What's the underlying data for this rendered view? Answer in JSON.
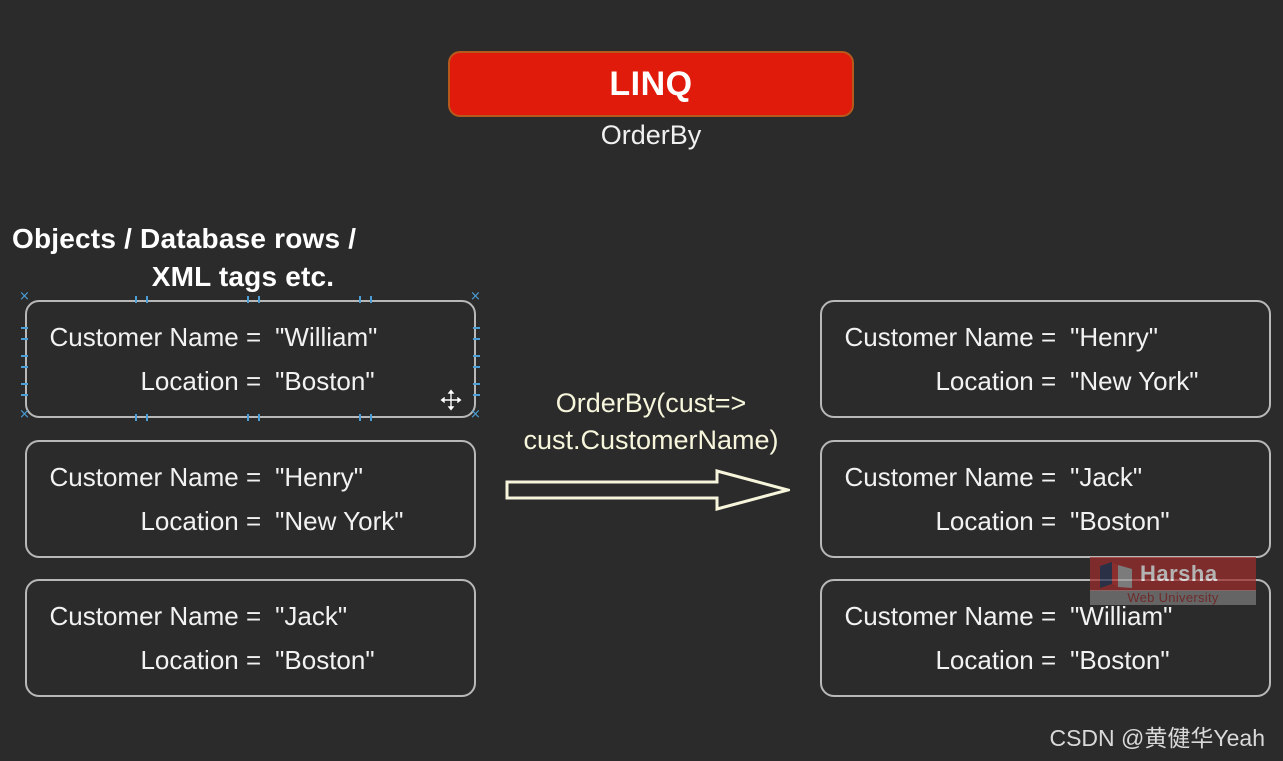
{
  "header": {
    "banner_title": "LINQ",
    "subtitle": "OrderBy",
    "banner_color": "#e01b0c",
    "banner_border_color": "#b5591c"
  },
  "source_heading": {
    "line1": "Objects / Database rows /",
    "line2": "XML tags etc."
  },
  "labels": {
    "customer_name": "Customer Name =",
    "location": "Location ="
  },
  "input_records": [
    {
      "name": "\"William\"",
      "location": "\"Boston\"",
      "selected": true
    },
    {
      "name": "\"Henry\"",
      "location": "\"New York\"",
      "selected": false
    },
    {
      "name": "\"Jack\"",
      "location": "\"Boston\"",
      "selected": false
    }
  ],
  "output_records": [
    {
      "name": "\"Henry\"",
      "location": "\"New York\""
    },
    {
      "name": "\"Jack\"",
      "location": "\"Boston\""
    },
    {
      "name": "\"William\"",
      "location": "\"Boston\""
    }
  ],
  "transform": {
    "line1": "OrderBy(cust=>",
    "line2": "cust.CustomerName)",
    "arrow_color": "#f7f6dc"
  },
  "watermark": {
    "name": "Harsha",
    "sub": "Web University"
  },
  "credit": "CSDN @黄健华Yeah",
  "colors": {
    "background": "#2b2b2b",
    "box_border": "#b8b8b8",
    "selection_handle": "#4a9fd8",
    "text": "#f2f2f2"
  }
}
